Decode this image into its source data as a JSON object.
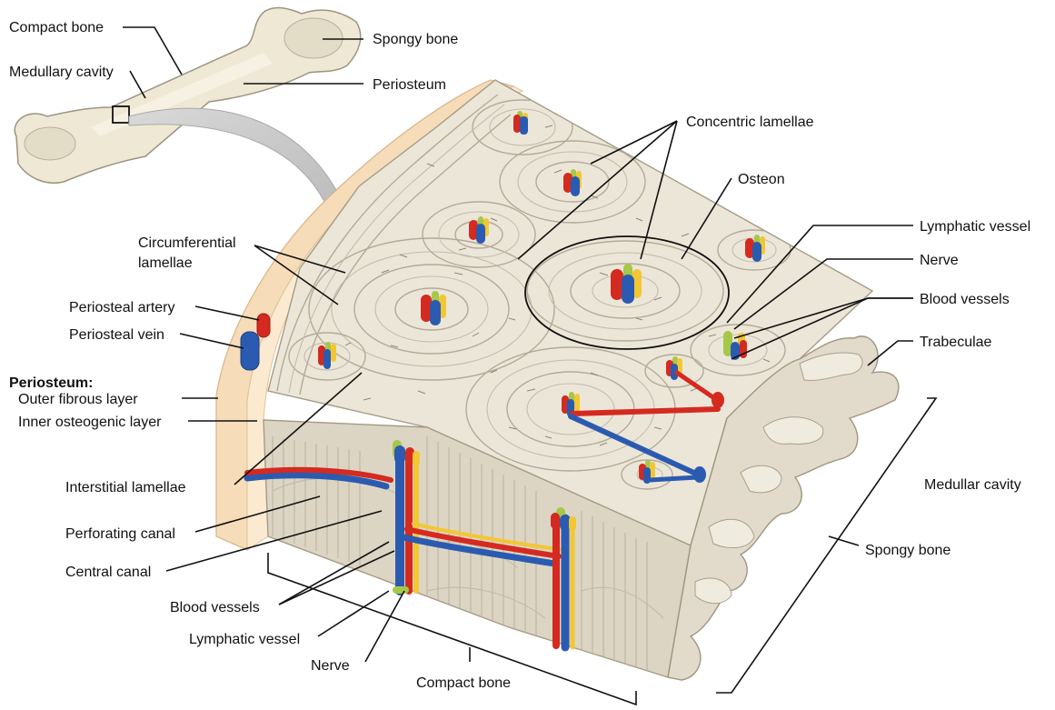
{
  "labels": {
    "compact_bone_top": "Compact bone",
    "medullary_cavity": "Medullary cavity",
    "spongy_bone_top": "Spongy bone",
    "periosteum_top": "Periosteum",
    "concentric_lamellae": "Concentric lamellae",
    "osteon": "Osteon",
    "circumferential_lamellae_1": "Circumferential",
    "circumferential_lamellae_2": "lamellae",
    "lymphatic_vessel_right": "Lymphatic vessel",
    "nerve_right": "Nerve",
    "blood_vessels_right": "Blood vessels",
    "trabeculae": "Trabeculae",
    "periosteal_artery": "Periosteal artery",
    "periosteal_vein": "Periosteal vein",
    "periosteum_heading": "Periosteum:",
    "outer_fibrous_layer": "Outer fibrous layer",
    "inner_osteogenic_layer": "Inner osteogenic layer",
    "interstitial_lamellae": "Interstitial lamellae",
    "perforating_canal": "Perforating canal",
    "central_canal": "Central canal",
    "blood_vessels_bottom": "Blood vessels",
    "lymphatic_vessel_bottom": "Lymphatic vessel",
    "nerve_bottom": "Nerve",
    "compact_bone_bottom": "Compact bone",
    "medullar_cavity": "Medullar cavity",
    "spongy_bone_right": "Spongy bone"
  },
  "colors": {
    "bone_surface": "#ece6d8",
    "bone_side": "#ddd5c4",
    "periosteum": "#f6dcb8",
    "artery": "#d42a20",
    "vein": "#2b5bb0",
    "nerve": "#f2c733",
    "lymphatic": "#a6c84a",
    "arrow": "#c8c8c8"
  }
}
